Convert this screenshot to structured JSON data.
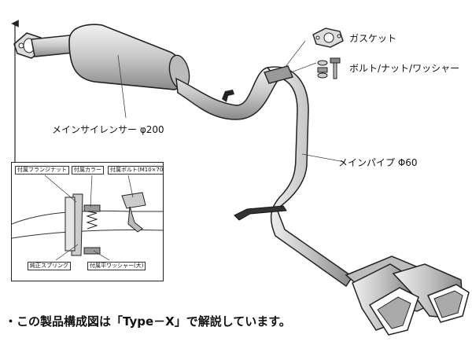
{
  "labels": {
    "gasket": "ガスケット",
    "bolt_nut_washer": "ボルト/ナット/ワッシャー",
    "main_silencer": "メインサイレンサー φ200",
    "main_pipe": "メインパイプ Φ60"
  },
  "inset": {
    "flange_nut": "付属フランジナット",
    "collar": "付属カラー",
    "bolt": "付属ボルト(M10×70)",
    "spring": "純正スプリング",
    "flat_washer": "付属平ワッシャー(大)"
  },
  "footer_note": "・この製品構成図は「Type－X」で解説しています。"
}
